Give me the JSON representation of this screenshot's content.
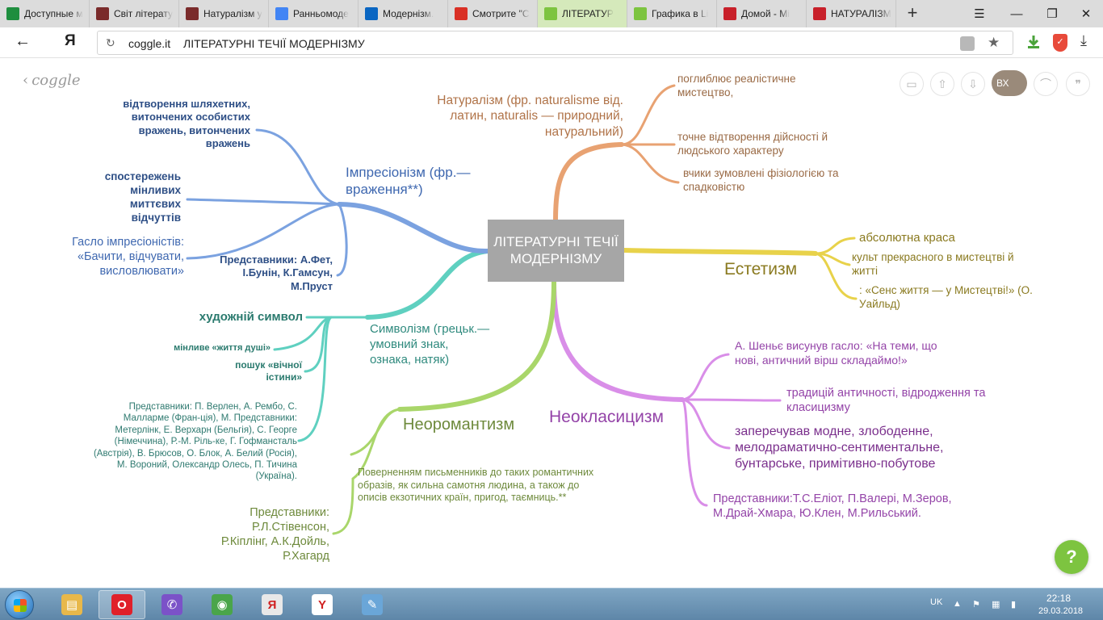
{
  "browser": {
    "tabs": [
      {
        "label": "Доступные м",
        "icon": "google-drive-icon",
        "color": "#1e8e3e"
      },
      {
        "label": "Світ літерату",
        "icon": "castle-icon",
        "color": "#7a2b2b"
      },
      {
        "label": "Натуралізм у",
        "icon": "castle-icon",
        "color": "#7a2b2b"
      },
      {
        "label": "Ранньомоде",
        "icon": "google-docs-icon",
        "color": "#4285f4"
      },
      {
        "label": "Модернізм.",
        "icon": "linkedin-icon",
        "color": "#0a66c2"
      },
      {
        "label": "Смотрите \"С",
        "icon": "gmail-icon",
        "color": "#d93025"
      },
      {
        "label": "ЛІТЕРАТУР",
        "icon": "coggle-icon",
        "color": "#7dc440"
      },
      {
        "label": "Графика в Li",
        "icon": "coggle-icon",
        "color": "#7dc440"
      },
      {
        "label": "Домой - Mi",
        "icon": "mindomo-icon",
        "color": "#c8202a"
      },
      {
        "label": "НАТУРАЛІЗМ",
        "icon": "bookmark-icon",
        "color": "#c8202a"
      }
    ],
    "new_tab_glyph": "+",
    "nav_back_glyph": "←",
    "yandex_glyph": "Я",
    "url_domain": "coggle.it",
    "url_title": "ЛІТЕРАТУРНІ ТЕЧІЇ МОДЕРНІЗМУ"
  },
  "coggle": {
    "logo": "coggle",
    "avatar_initials": "ВХ",
    "help_glyph": "?"
  },
  "mindmap": {
    "center": "ЛІТЕРАТУРНІ ТЕЧІЇ МОДЕРНІЗМУ",
    "branches": {
      "naturalism": {
        "color": "#e8a272",
        "title": "Натуралізм (фр. naturalisme від. латин, naturalis — природний, натуральний)",
        "items": [
          "поглиблює реалістичне мистецтво,",
          "точне відтворення дійсності й людського характеру",
          "вчики зумовлені фізіологією та спадковістю"
        ]
      },
      "aestheticism": {
        "color": "#e8d24a",
        "title": "Естетизм",
        "items": [
          "абсолютна краса",
          "культ прекрасного в мистецтві й житті",
          ": «Сенс життя — у Мистецтві!» (О. Уайльд)"
        ]
      },
      "neoclassicism": {
        "color": "#d98ee8",
        "title": "Неокласицизм",
        "items": [
          "А. Шеньє висунув гасло: «На теми, що нові, античний вірш складаймо!»",
          "традицій античності, відродження та класицизму",
          "заперечував модне, злободенне, мелодраматично-сентиментальне, бунтарське, примітивно-побутове",
          "Представники:Т.С.Еліот, П.Валері, М.Зеров, М.Драй-Хмара, Ю.Клен, М.Рильський."
        ]
      },
      "neoromanticism": {
        "color": "#a9d66a",
        "title": "Неоромантизм",
        "items": [
          "Поверненням письменників до таких романтичних образів, як сильна самотня людина, а також до описів екзотичних країн, пригод, таємниць.**",
          "Представники: Р.Л.Стівенсон, Р.Кіплінг, А.К.Дойль, Р.Хагард"
        ]
      },
      "symbolism": {
        "color": "#5fd0c0",
        "title": "Символізм (грецьк.— умовний знак, ознака, натяк)",
        "items": [
          "художній символ",
          "мінливе «життя душі»",
          "пошук «вічної істини»",
          "Представники: П. Верлен, А. Рембо, С. Малларме (Фран-ція), М. Представники: Метерлінк, Е. Верхарн (Бельгія), С. Георге (Німеччина), Р.-М. Ріль-ке, Г. Гофмансталь (Австрія), В. Брюсов, О. Блок, А. Белий (Росія), М. Вороний, Олександр Олесь, П. Тичина (Україна)."
        ]
      },
      "impressionism": {
        "color": "#7ba2e0",
        "title": "Імпресіонізм (фр.— враження**)",
        "items": [
          "відтворення шляхетних, витончених особистих вражень, витончених вражень",
          "спостережень мінливих миттєвих відчуттів",
          "Гасло імпресіоністів: «Бачити, відчувати, висловлювати»",
          "Представники: А.Фет, І.Бунін, К.Гамсун, М.Пруст"
        ]
      }
    }
  },
  "taskbar": {
    "apps": [
      {
        "icon": "file-explorer-icon",
        "color": "#e8b84a",
        "glyph": "▤"
      },
      {
        "icon": "opera-icon",
        "color": "#e0202a",
        "glyph": "O"
      },
      {
        "icon": "viber-icon",
        "color": "#7b52c8",
        "glyph": "✆"
      },
      {
        "icon": "chrome-icon",
        "color": "#4aa54a",
        "glyph": "◉"
      },
      {
        "icon": "yandex-icon",
        "color": "#e8e8e8",
        "glyph": "Я"
      },
      {
        "icon": "yandex-browser-icon",
        "color": "#ffffff",
        "glyph": "Y"
      },
      {
        "icon": "paint-icon",
        "color": "#6aa6d8",
        "glyph": "✎"
      }
    ],
    "language": "UK",
    "time": "22:18",
    "date": "29.03.2018"
  }
}
